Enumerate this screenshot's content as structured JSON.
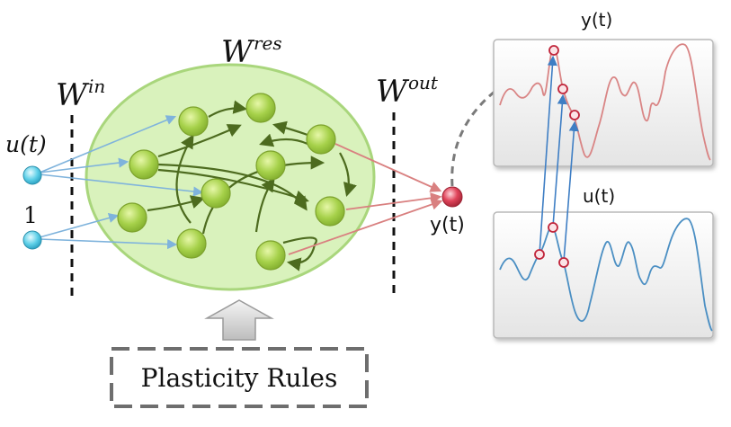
{
  "labels": {
    "w_in_base": "W",
    "w_in_sup": "in",
    "w_res_base": "W",
    "w_res_sup": "res",
    "w_out_base": "W",
    "w_out_sup": "out",
    "input_u": "u(t)",
    "input_bias": "1",
    "output_node": "y(t)",
    "output_plot": "y(t)",
    "input_plot": "u(t)",
    "plasticity": "Plasticity Rules"
  },
  "colors": {
    "reservoir_fill": "#d9f2bc",
    "reservoir_edge": "#a9d67c",
    "neuron": "#a6d14a",
    "neuron_edge": "#7da22d",
    "recurrent_arrow": "#4d6b1f",
    "input_node": "#5fd0e8",
    "input_arrow": "#7fb3dc",
    "output_node": "#e0445a",
    "output_arrow": "#d98080",
    "y_curve": "#d98585",
    "u_curve": "#4b8fc3",
    "sample_point": "#c0243a",
    "link_arrow": "#3e7ec4",
    "dashed_link": "#7a7a7a"
  },
  "icons": {
    "plasticity_arrow": "up-arrow-icon"
  }
}
